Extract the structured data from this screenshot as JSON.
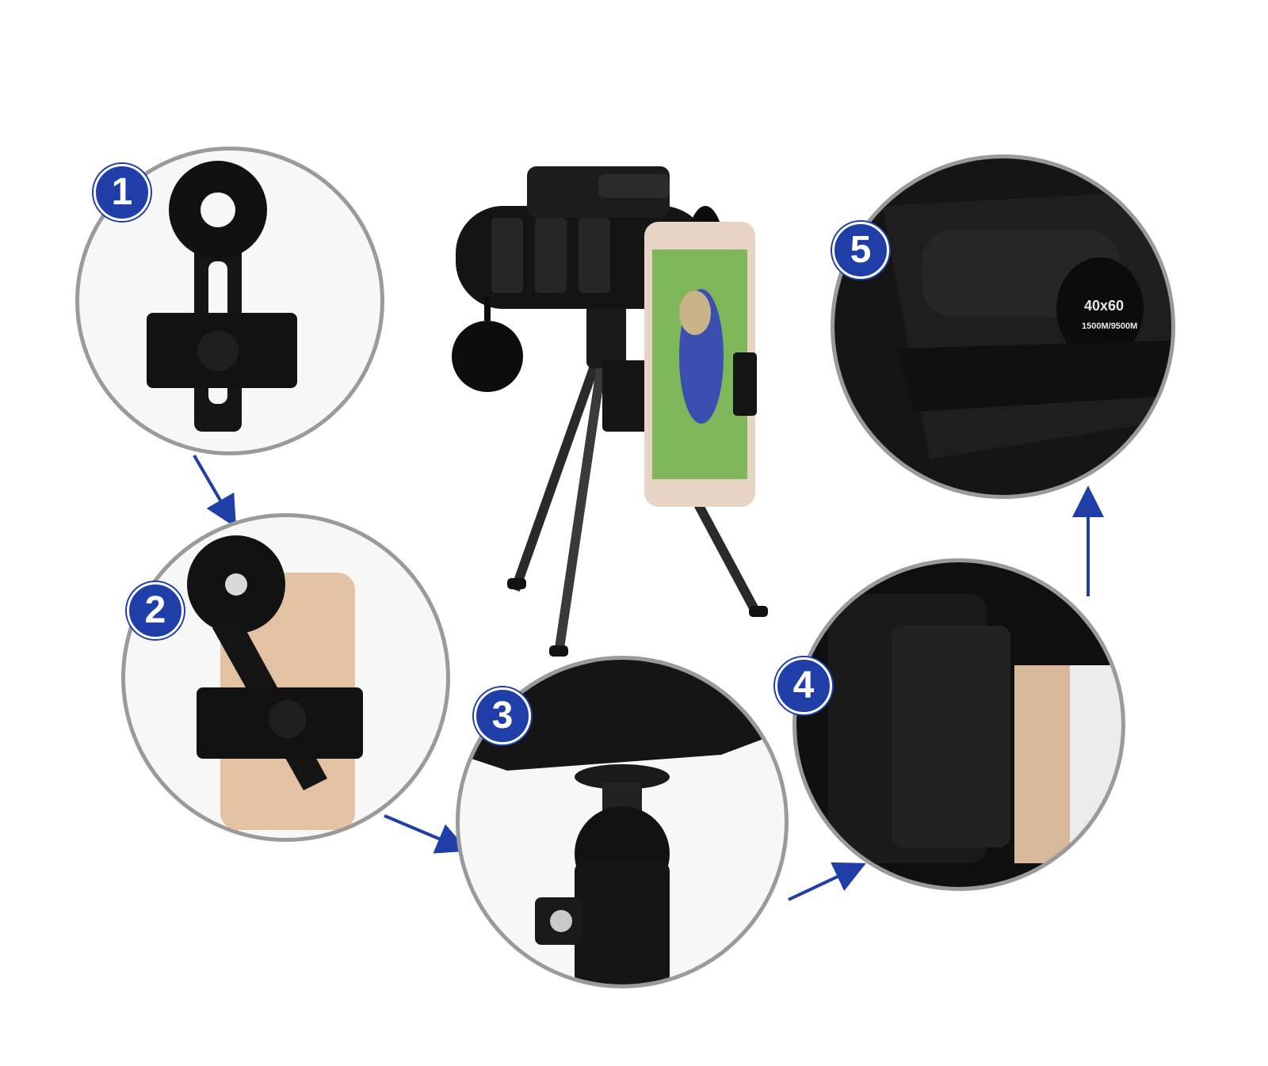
{
  "steps": [
    {
      "number": "1"
    },
    {
      "number": "2"
    },
    {
      "number": "3"
    },
    {
      "number": "4"
    },
    {
      "number": "5"
    }
  ],
  "eyepiece": {
    "magnification": "40x60",
    "spec": "1500M/9500M"
  },
  "colors": {
    "badge": "#1f3ea8",
    "arrow": "#1f3ea8",
    "circle_border": "#9a9a9a",
    "product": "#141414"
  }
}
